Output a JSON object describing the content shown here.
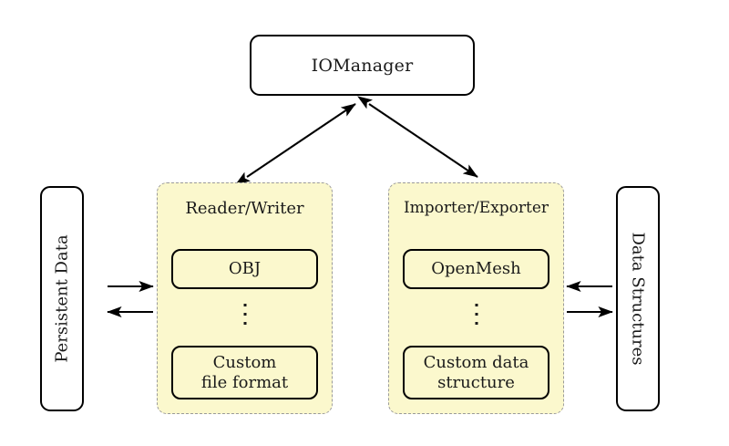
{
  "diagram": {
    "title_node": {
      "label": "IOManager",
      "name": "io-manager-node"
    },
    "left_endpoint": {
      "label": "Persistent Data",
      "rotation": "-90"
    },
    "right_endpoint": {
      "label": "Data Structures",
      "rotation": "90"
    },
    "groups": [
      {
        "title": "Reader/Writer",
        "items": [
          {
            "label": "OBJ"
          },
          {
            "label": "Custom\nfile format",
            "line1": "Custom",
            "line2": "file format"
          }
        ],
        "ellipsis": "vertical-dots"
      },
      {
        "title": "Importer/Exporter",
        "items": [
          {
            "label": "OpenMesh"
          },
          {
            "label": "Custom data\nstructure",
            "line1": "Custom data",
            "line2": "structure"
          }
        ],
        "ellipsis": "vertical-dots"
      }
    ],
    "connections": [
      {
        "name": "io-manager-to-reader-writer",
        "type": "double-arrow",
        "from": "IOManager",
        "to": "Reader/Writer"
      },
      {
        "name": "io-manager-to-importer-exporter",
        "type": "double-arrow",
        "from": "IOManager",
        "to": "Importer/Exporter"
      },
      {
        "name": "persistent-data-to-reader-writer",
        "type": "arrow-right",
        "from": "Persistent Data",
        "to": "Reader/Writer"
      },
      {
        "name": "reader-writer-to-persistent-data",
        "type": "arrow-left",
        "from": "Reader/Writer",
        "to": "Persistent Data"
      },
      {
        "name": "data-structures-to-importer-exporter",
        "type": "arrow-left",
        "from": "Data Structures",
        "to": "Importer/Exporter"
      },
      {
        "name": "importer-exporter-to-data-structures",
        "type": "arrow-right",
        "from": "Importer/Exporter",
        "to": "Data Structures"
      }
    ],
    "colors": {
      "panel_fill": "#fbf8cd",
      "panel_border": "#9a9a9a",
      "node_border": "#000000",
      "node_fill": "#ffffff",
      "text": "#1a1a1a",
      "background": "#ffffff"
    }
  }
}
